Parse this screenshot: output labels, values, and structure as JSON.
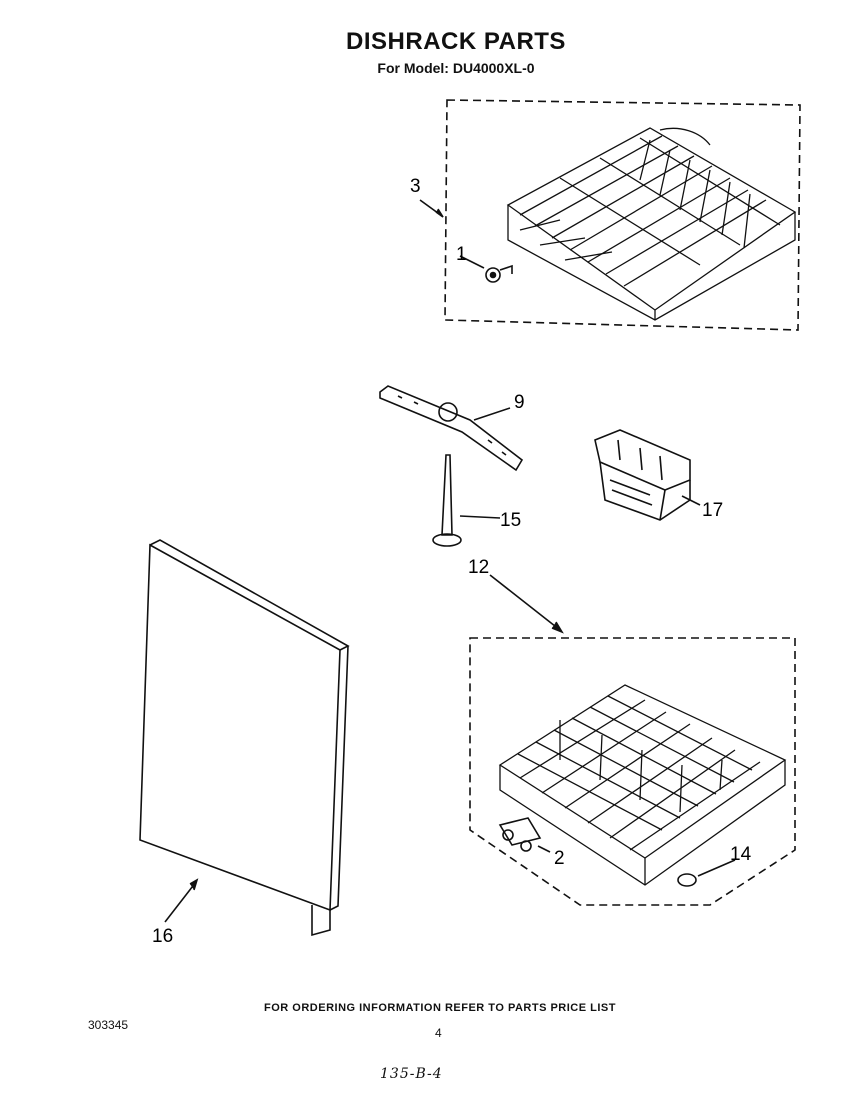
{
  "header": {
    "title": "DISHRACK PARTS",
    "subtitle": "For Model: DU4000XL-0"
  },
  "callouts": {
    "p1": "1",
    "p2": "2",
    "p3": "3",
    "p9": "9",
    "p12": "12",
    "p14": "14",
    "p15": "15",
    "p16": "16",
    "p17": "17"
  },
  "footer": {
    "note": "FOR ORDERING INFORMATION REFER TO PARTS PRICE LIST",
    "doc_number": "303345",
    "page_number": "4",
    "handwritten": "135-B-4"
  },
  "colors": {
    "ink": "#111111",
    "paper": "#ffffff"
  }
}
